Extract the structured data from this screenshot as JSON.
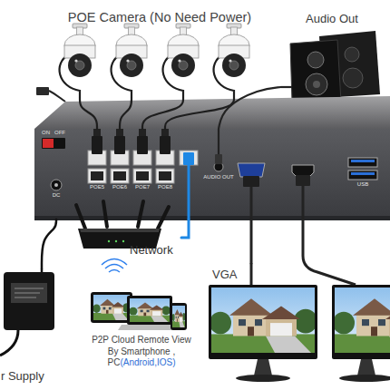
{
  "diagram": {
    "nodes": [
      {
        "text": [
          "POE Camera (No Need Power)"
        ]
      },
      {
        "text": [
          "Audio Out"
        ]
      },
      {
        "text": [
          "ON",
          "OFF",
          "DC",
          "POE5",
          "POE6",
          "POE7",
          "POE8",
          "AUDIO OUT",
          "USB"
        ]
      },
      {
        "text": [
          "Network"
        ]
      },
      {
        "text": [
          "r Supply"
        ]
      },
      {
        "text": [
          "P2P Cloud Remote View By Smartphone , PC",
          "(Android,IOS)"
        ]
      },
      {
        "text": [
          "VGA"
        ]
      }
    ],
    "edges": [
      {
        "from": 0,
        "to": 2,
        "arrow": "none"
      },
      {
        "from": 0,
        "to": 2,
        "arrow": "none"
      },
      {
        "from": 0,
        "to": 2,
        "arrow": "none"
      },
      {
        "from": 0,
        "to": 2,
        "arrow": "none"
      },
      {
        "from": 1,
        "to": 2,
        "arrow": "none"
      },
      {
        "from": 2,
        "to": 3,
        "arrow": "none"
      },
      {
        "from": 4,
        "to": 2,
        "arrow": "none"
      },
      {
        "from": 2,
        "to": 6,
        "arrow": "none"
      }
    ]
  }
}
